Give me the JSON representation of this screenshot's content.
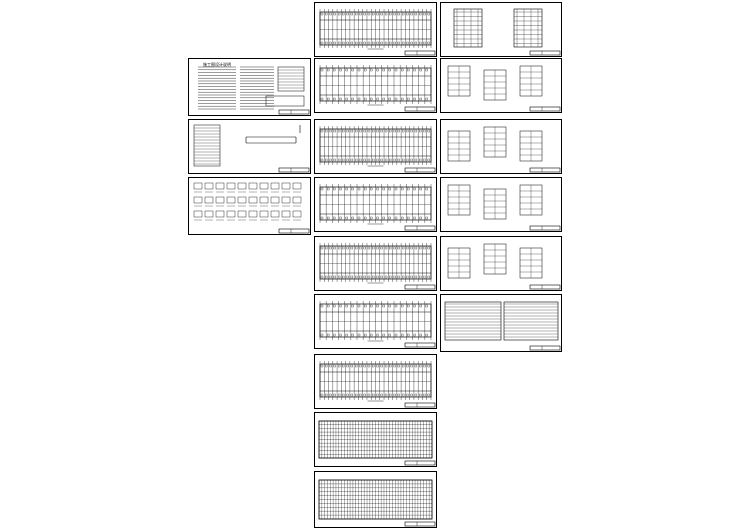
{
  "sheets": [
    {
      "id": "s1",
      "kind": "plan",
      "title": ""
    },
    {
      "id": "s2",
      "kind": "elevation",
      "title": ""
    },
    {
      "id": "s3",
      "kind": "notes",
      "title": "施工图设计说明"
    },
    {
      "id": "s4",
      "kind": "plan",
      "title": ""
    },
    {
      "id": "s5",
      "kind": "detail",
      "title": ""
    },
    {
      "id": "s6",
      "kind": "table-site",
      "title": ""
    },
    {
      "id": "s7",
      "kind": "plan",
      "title": ""
    },
    {
      "id": "s8",
      "kind": "detail",
      "title": ""
    },
    {
      "id": "s9",
      "kind": "table-details",
      "title": ""
    },
    {
      "id": "s10",
      "kind": "plan",
      "title": ""
    },
    {
      "id": "s11",
      "kind": "detail",
      "title": ""
    },
    {
      "id": "s12",
      "kind": "plan",
      "title": ""
    },
    {
      "id": "s13",
      "kind": "detail",
      "title": ""
    },
    {
      "id": "s14",
      "kind": "plan",
      "title": ""
    },
    {
      "id": "s15",
      "kind": "roof",
      "title": ""
    },
    {
      "id": "s16",
      "kind": "plan",
      "title": ""
    },
    {
      "id": "s17",
      "kind": "dense",
      "title": ""
    },
    {
      "id": "s18",
      "kind": "dense",
      "title": ""
    }
  ],
  "colors": {
    "line": "#000000",
    "paper": "#ffffff"
  }
}
